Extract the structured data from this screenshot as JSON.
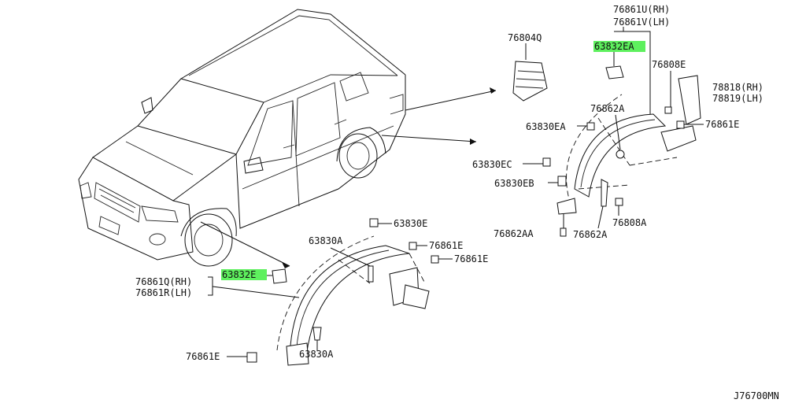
{
  "diagram": {
    "code": "J76700MN",
    "labels": {
      "p76804Q": "76804Q",
      "p76861U": "76861U(RH)",
      "p76861V": "76861V(LH)",
      "p63832EA": "63832EA",
      "p76808E": "76808E",
      "p78818": "78818(RH)",
      "p78819": "78819(LH)",
      "p76862A_top": "76862A",
      "p63830EA": "63830EA",
      "p76861E_right": "76861E",
      "p63830EC": "63830EC",
      "p63830EB": "63830EB",
      "p76808A": "76808A",
      "p76862AA": "76862AA",
      "p76862A_bottom": "76862A",
      "p63830E": "63830E",
      "p63830A_top": "63830A",
      "p76861E_a": "76861E",
      "p76861E_b": "76861E",
      "p76861Q": "76861Q(RH)",
      "p76861R": "76861R(LH)",
      "p63832E": "63832E",
      "p76861E_left": "76861E",
      "p63830A_bottom": "63830A"
    },
    "colors": {
      "highlight": "#5ef05e",
      "ink": "#111111"
    }
  }
}
